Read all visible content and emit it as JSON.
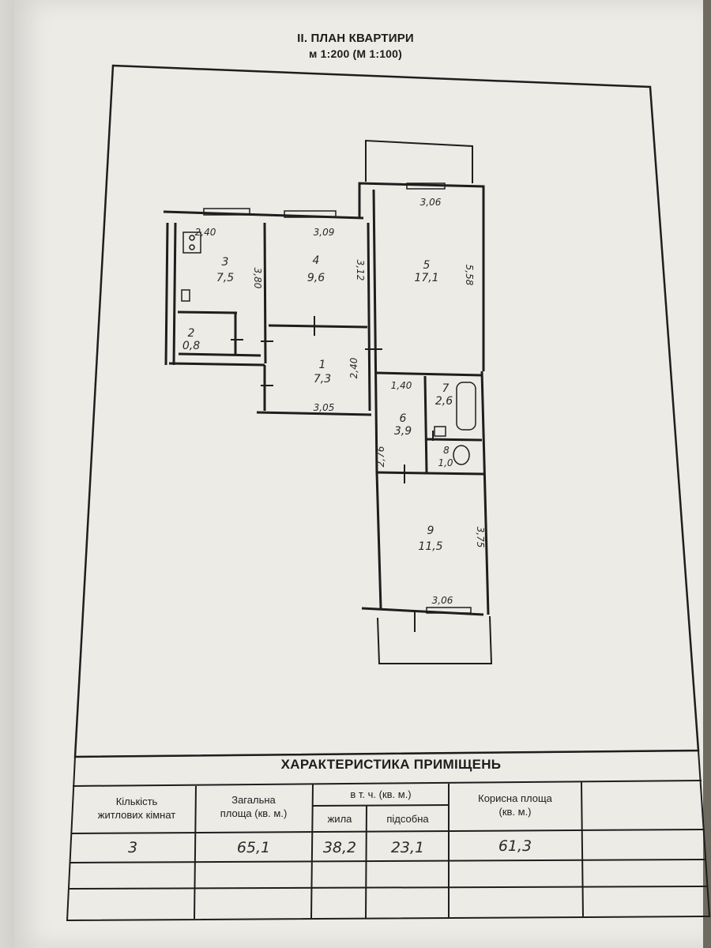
{
  "header": {
    "title": "II. ПЛАН КВАРТИРИ",
    "scale": "м 1:200 (М 1:100)"
  },
  "plan": {
    "rooms": [
      {
        "number": "1",
        "area": "7,3"
      },
      {
        "number": "2",
        "area": "0,8"
      },
      {
        "number": "3",
        "area": "7,5"
      },
      {
        "number": "4",
        "area": "9,6"
      },
      {
        "number": "5",
        "area": "17,1"
      },
      {
        "number": "6",
        "area": "3,9"
      },
      {
        "number": "7",
        "area": "2,6"
      },
      {
        "number": "8",
        "area": "1,0"
      },
      {
        "number": "9",
        "area": "11,5"
      }
    ],
    "dimensions": {
      "d_240": "2,40",
      "d_309": "3,09",
      "d_306_top": "3,06",
      "d_380": "3,80",
      "d_312": "3,12",
      "d_558": "5,58",
      "d_240b": "2,40",
      "d_305": "3,05",
      "d_140": "1,40",
      "d_276": "2,76",
      "d_375": "3,75",
      "d_306_bottom": "3,06"
    }
  },
  "table": {
    "title": "ХАРАКТЕРИСТИКА ПРИМІЩЕНЬ",
    "headers": {
      "rooms_count": [
        "Кількість",
        "житлових кімнат"
      ],
      "total_area": [
        "Загальна",
        "площа (кв. м.)"
      ],
      "including": "в т. ч. (кв. м.)",
      "living": "жила",
      "auxiliary": "підсобна",
      "useful_area": [
        "Корисна площа",
        "(кв. м.)"
      ]
    },
    "values": {
      "rooms_count": "3",
      "total_area": "65,1",
      "living": "38,2",
      "auxiliary": "23,1",
      "useful_area": "61,3"
    }
  }
}
